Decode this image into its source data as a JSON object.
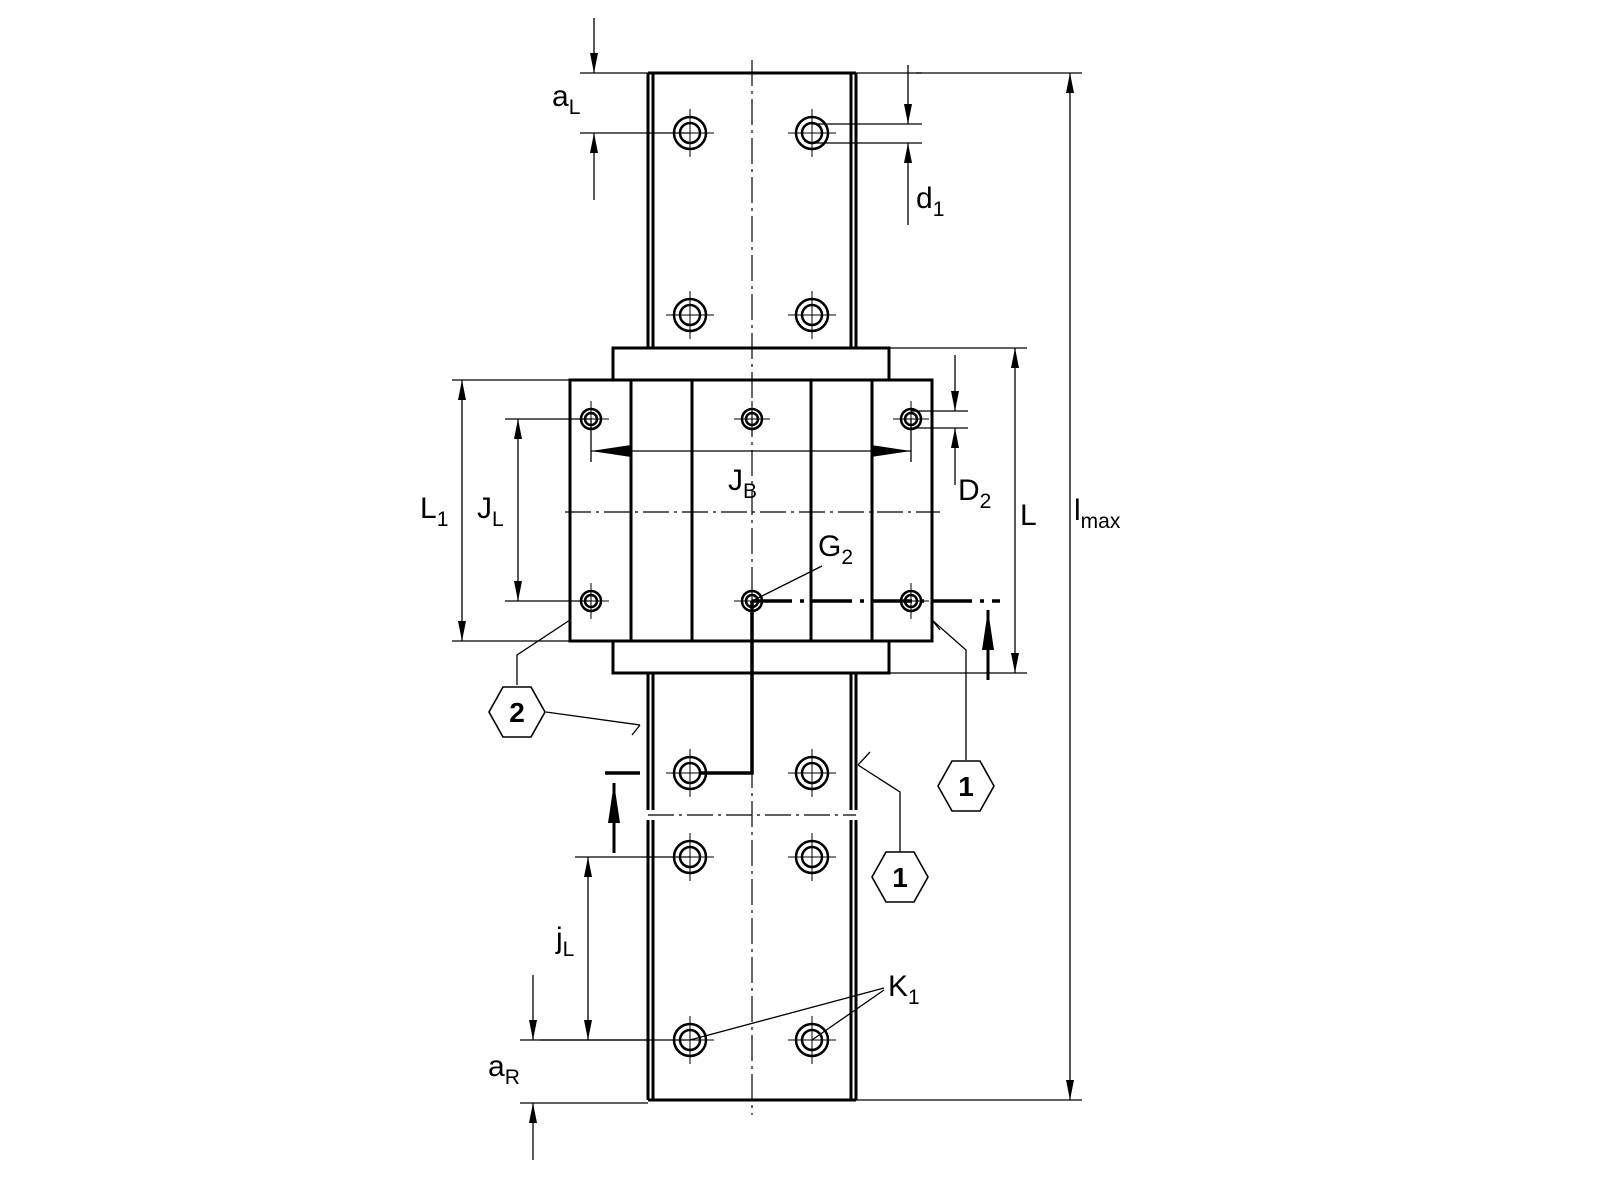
{
  "labels": {
    "aL": {
      "main": "a",
      "sub": "L"
    },
    "d1": {
      "main": "d",
      "sub": "1"
    },
    "lmax": {
      "main": "l",
      "sub": "max"
    },
    "L": {
      "main": "L"
    },
    "D2": {
      "main": "D",
      "sub": "2"
    },
    "L1": {
      "main": "L",
      "sub": "1"
    },
    "JL": {
      "main": "J",
      "sub": "L"
    },
    "JB": {
      "main": "J",
      "sub": "B"
    },
    "G2": {
      "main": "G",
      "sub": "2"
    },
    "jL": {
      "main": "j",
      "sub": "L"
    },
    "aR": {
      "main": "a",
      "sub": "R"
    },
    "K1": {
      "main": "K",
      "sub": "1"
    }
  },
  "callouts": [
    "2",
    "1",
    "1"
  ]
}
